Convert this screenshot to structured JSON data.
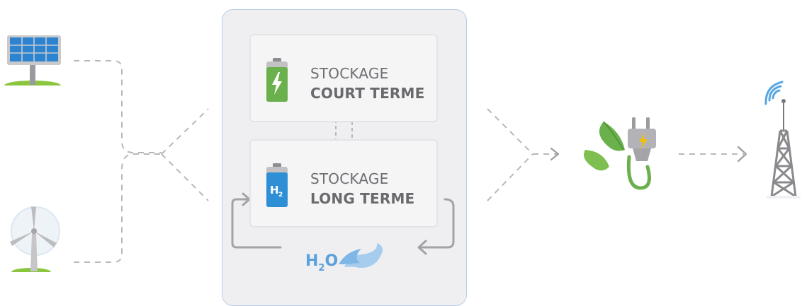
{
  "storage": {
    "short_term": {
      "line1": "STOCKAGE",
      "line2": "COURT TERME"
    },
    "long_term": {
      "line1": "STOCKAGE",
      "line2": "LONG TERME"
    }
  },
  "water": {
    "symbol_main": "H",
    "symbol_sub": "2",
    "symbol_end": "O"
  },
  "hydrogen_battery": {
    "symbol_main": "H",
    "symbol_sub": "2"
  },
  "colors": {
    "panel_bg": "#efeff1",
    "panel_border": "#b7cde8",
    "dash": "#b5b5b8",
    "arrow": "#9a9a9e",
    "green": "#6ab04c",
    "blue": "#2f8fd6",
    "water_blue": "#5aa0dc"
  },
  "icons": [
    "solar-panel-icon",
    "wind-turbine-icon",
    "green-battery-icon",
    "hydrogen-battery-icon",
    "green-plug-icon",
    "cell-tower-icon",
    "water-wave-icon"
  ]
}
